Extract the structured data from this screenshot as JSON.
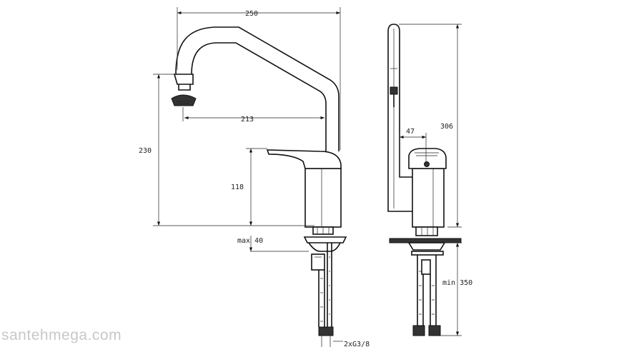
{
  "dimensions": {
    "width_top": "250",
    "spout_reach": "213",
    "height_spout": "230",
    "height_body": "118",
    "max_thickness": "max 40",
    "side_height": "306",
    "side_offset": "47",
    "min_hose": "min 350",
    "connection": "2xG3/8"
  },
  "watermark": "santehmega.com"
}
